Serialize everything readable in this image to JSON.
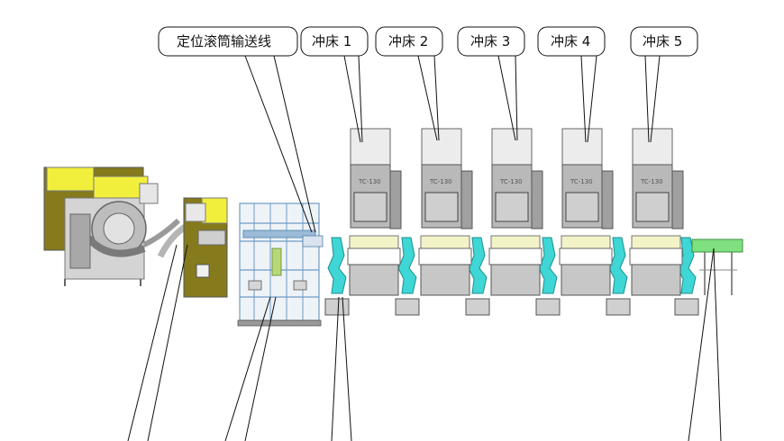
{
  "callouts": {
    "roller_line": "定位滚筒输送线",
    "press_1": "冲床 1",
    "press_2": "冲床 2",
    "press_3": "冲床 3",
    "press_4": "冲床 4",
    "press_5": "冲床 5"
  },
  "press_plate": "TC-130",
  "colors": {
    "press_body": "#c9c9c9",
    "press_dark": "#8f8f8f",
    "feeder_yellow": "#f1ef3c",
    "feeder_olive": "#857a1c",
    "robot_cyan": "#3fd6d6",
    "rack_blue": "#6f9bc4",
    "output_green": "#7fe07f"
  },
  "icons": [
    "uncoiler-machine-icon",
    "straightener-machine-icon",
    "positioning-frame-icon",
    "robot-arm-icon",
    "punch-press-icon",
    "output-conveyor-icon"
  ]
}
